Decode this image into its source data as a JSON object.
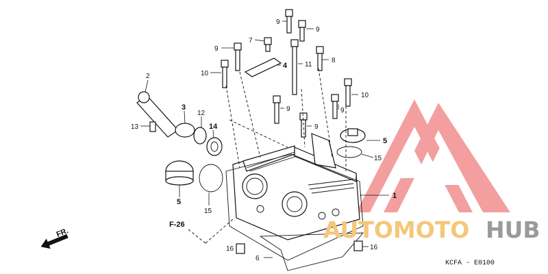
{
  "diagram": {
    "callouts": [
      {
        "id": "c9a",
        "text": "9"
      },
      {
        "id": "c9b",
        "text": "9"
      },
      {
        "id": "c9c",
        "text": "9"
      },
      {
        "id": "c9d",
        "text": "9"
      },
      {
        "id": "c9e",
        "text": "9"
      },
      {
        "id": "c9f",
        "text": "9"
      },
      {
        "id": "c7",
        "text": "7"
      },
      {
        "id": "c4",
        "text": "4"
      },
      {
        "id": "c11",
        "text": "11"
      },
      {
        "id": "c8",
        "text": "8"
      },
      {
        "id": "c10a",
        "text": "10"
      },
      {
        "id": "c10b",
        "text": "10"
      },
      {
        "id": "c2",
        "text": "2"
      },
      {
        "id": "c3",
        "text": "3"
      },
      {
        "id": "c12",
        "text": "12"
      },
      {
        "id": "c13",
        "text": "13"
      },
      {
        "id": "c14",
        "text": "14"
      },
      {
        "id": "c5a",
        "text": "5"
      },
      {
        "id": "c5b",
        "text": "5"
      },
      {
        "id": "c15a",
        "text": "15"
      },
      {
        "id": "c15b",
        "text": "15"
      },
      {
        "id": "c1",
        "text": "1"
      },
      {
        "id": "c16a",
        "text": "16"
      },
      {
        "id": "c16b",
        "text": "16"
      },
      {
        "id": "c6",
        "text": "6"
      }
    ],
    "ref_label": "F-26",
    "direction_label": "FR.",
    "diagram_code": "KCFA - E0100"
  },
  "watermark": {
    "text_part1": "AUTOMOTO",
    "text_part2": "HUB",
    "color_part1": "#f5c77a",
    "color_part2": "#9a9a9a",
    "logo_color": "#f08080"
  }
}
